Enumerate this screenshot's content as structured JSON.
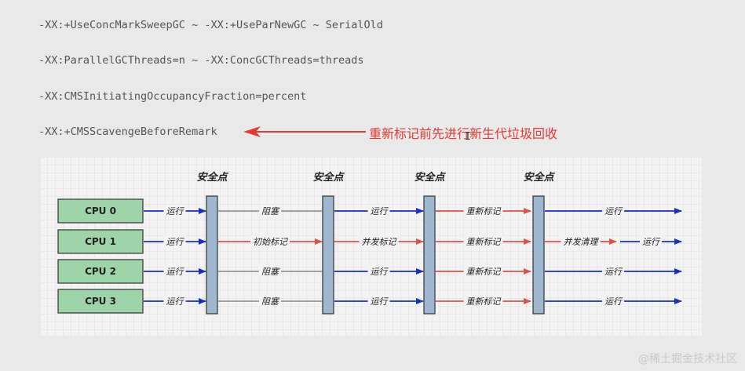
{
  "code_lines": [
    "-XX:+UseConcMarkSweepGC ~ -XX:+UseParNewGC ~ SerialOld",
    "-XX:ParallelGCThreads=n ~ -XX:ConcGCThreads=threads",
    "-XX:CMSInitiatingOccupancyFraction=percent",
    "-XX:+CMSScavengeBeforeRemark"
  ],
  "annotation": "重新标记前先进行新生代垃圾回收",
  "annotation_color": "#e53935",
  "diagram": {
    "safepoint_label": "安全点",
    "cpus": [
      "CPU 0",
      "CPU 1",
      "CPU 2",
      "CPU 3"
    ],
    "segments": [
      [
        "运行",
        "阻塞",
        "运行",
        "重新标记",
        "运行",
        ""
      ],
      [
        "运行",
        "初始标记",
        "并发标记",
        "重新标记",
        "并发清理",
        "运行"
      ],
      [
        "运行",
        "阻塞",
        "运行",
        "重新标记",
        "运行",
        ""
      ],
      [
        "运行",
        "阻塞",
        "运行",
        "重新标记",
        "运行",
        ""
      ]
    ],
    "colors": {
      "cpu_box": "#9fd3a8",
      "safepoint_bar": "#9fb8d0",
      "run_arrow": "#1a2fc7",
      "mark_arrow": "#d9534f",
      "block_line": "#888888"
    }
  },
  "watermark": "@稀土掘金技术社区"
}
